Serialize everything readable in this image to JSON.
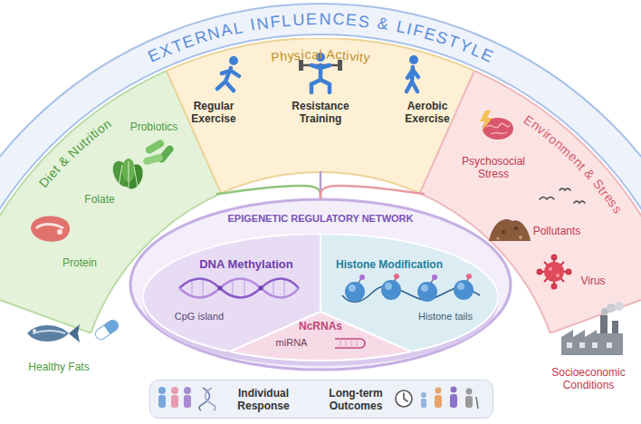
{
  "diagram": {
    "nodes": [
      {
        "text": [
          "EXTERNAL INFLUENCES & LIFESTYLE"
        ]
      },
      {
        "text": [
          "Diet & Nutrition"
        ],
        "in": 0
      },
      {
        "text": [
          "Physical Activity"
        ],
        "in": 0
      },
      {
        "text": [
          "Environment & Stress"
        ],
        "in": 0
      },
      {
        "text": [
          "EPIGENETIC REGULATORY NETWORK"
        ]
      },
      {
        "text": [
          "DNA Methylation",
          "CpG island"
        ],
        "in": 4
      },
      {
        "text": [
          "Histone Modification",
          "Histone tails"
        ],
        "in": 4
      },
      {
        "text": [
          "NcRNAs",
          "miRNA"
        ],
        "in": 4
      },
      {
        "text": [
          "Individual Response",
          "Long-term Outcomes"
        ]
      }
    ],
    "edges": [
      {
        "from": 1,
        "to": 4,
        "arrow": "none"
      },
      {
        "from": 2,
        "to": 4,
        "arrow": "none"
      },
      {
        "from": 3,
        "to": 4,
        "arrow": "none"
      }
    ],
    "labels": [
      "Probiotics",
      "Folate",
      "Protein",
      "Healthy Fats",
      "Regular Exercise",
      "Resistance Training",
      "Aerobic Exercise",
      "Psychosocial Stress",
      "Pollutants",
      "Virus",
      "Socioeconomic Conditions"
    ]
  }
}
